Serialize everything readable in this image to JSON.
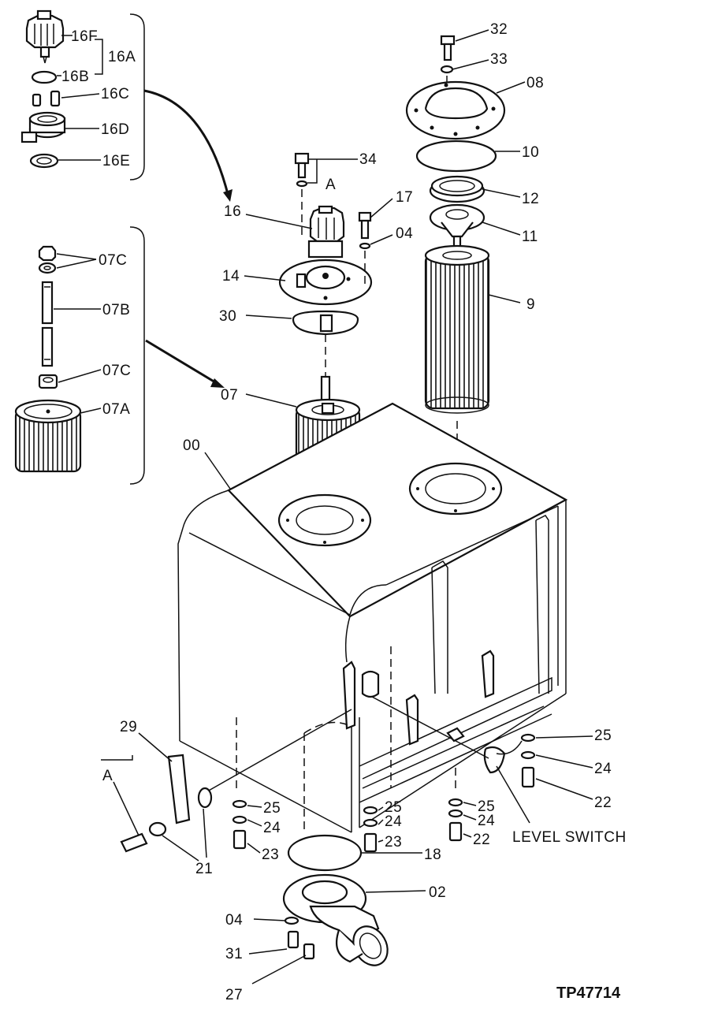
{
  "labels": {
    "p00": "00",
    "p02": "02",
    "p04a": "04",
    "p04b": "04",
    "p07": "07",
    "p07A": "07A",
    "p07B": "07B",
    "p07Ca": "07C",
    "p07Cb": "07C",
    "p08": "08",
    "p9": "9",
    "p10": "10",
    "p11": "11",
    "p12": "12",
    "p14": "14",
    "p16": "16",
    "p16A": "16A",
    "p16B": "16B",
    "p16C": "16C",
    "p16D": "16D",
    "p16E": "16E",
    "p16F": "16F",
    "p17": "17",
    "p18": "18",
    "p21": "21",
    "p22a": "22",
    "p22b": "22",
    "p23a": "23",
    "p23b": "23",
    "p24a": "24",
    "p24b": "24",
    "p24c": "24",
    "p24d": "24",
    "p25a": "25",
    "p25b": "25",
    "p25c": "25",
    "p25d": "25",
    "p27": "27",
    "p29": "29",
    "p30": "30",
    "p31": "31",
    "p32": "32",
    "p33": "33",
    "p34": "34",
    "pA1": "A",
    "pA2": "A",
    "level_switch": "LEVEL SWITCH"
  },
  "figure_id": "TP47714"
}
